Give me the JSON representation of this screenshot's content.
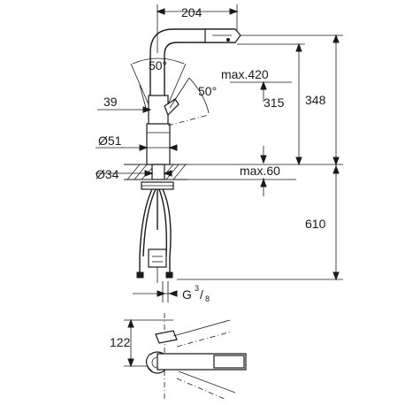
{
  "dimensions": {
    "reach": "204",
    "swivel_angle": "50°",
    "max_height_label": "max.420",
    "tilt_angle": "50°",
    "spout_height": "315",
    "total_height": "348",
    "lever_offset": "39",
    "base_diameter": "Ø51",
    "hole_diameter": "Ø34",
    "max_counter_thickness": "max.60",
    "hose_length": "610",
    "thread_size": "G",
    "thread_num": "3",
    "thread_den": "8",
    "top_view_depth": "122"
  }
}
